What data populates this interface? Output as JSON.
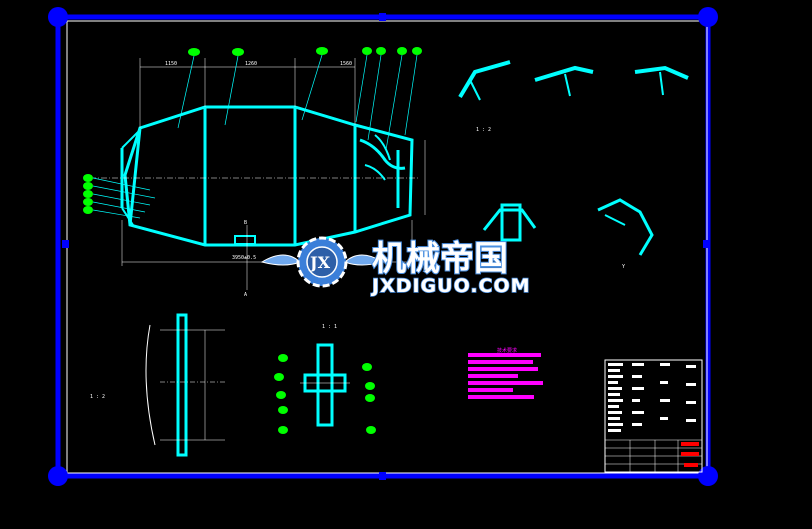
{
  "watermark": {
    "title": "机械帝国",
    "subtitle": "JXDIGUO.COM",
    "logo_letters": "JX"
  },
  "drum_dimensions": {
    "top_1": "1150",
    "top_2": "1260",
    "top_3": "1560",
    "overall": "3950±0.5"
  },
  "section_labels": {
    "view_a": "A",
    "view_b": "B",
    "scale_a": "1 : 2",
    "view_c": "Y",
    "view_d": "I : 1",
    "bottom_left_scale": "1 : 2",
    "mid_detail_scale": "1 : 1"
  },
  "notes_title": "技术要求",
  "colors": {
    "frame": "#0000ff",
    "geometry": "#00ffff",
    "balloon": "#00ff00",
    "notes": "#ff00ff",
    "title_block": "#ffffff",
    "title_block_red": "#ff0000"
  },
  "icons": [
    "watermark-logo-icon",
    "gear-icon",
    "wings-icon"
  ]
}
